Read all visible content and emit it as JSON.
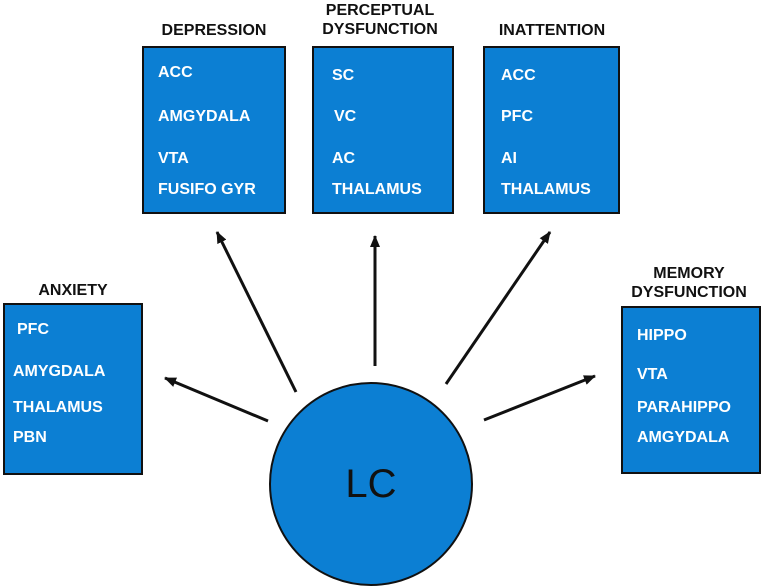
{
  "center": {
    "label": "LC"
  },
  "groups": {
    "depression": {
      "title": [
        "DEPRESSION"
      ],
      "regions": [
        "ACC",
        "AMGYDALA",
        "VTA",
        "FUSIFO GYR"
      ]
    },
    "perceptual": {
      "title": [
        "PERCEPTUAL",
        "DYSFUNCTION"
      ],
      "regions": [
        "SC",
        "VC",
        "AC",
        "THALAMUS"
      ]
    },
    "inattention": {
      "title": [
        "INATTENTION"
      ],
      "regions": [
        "ACC",
        "PFC",
        "AI",
        "THALAMUS"
      ]
    },
    "anxiety": {
      "title": [
        "ANXIETY"
      ],
      "regions": [
        "PFC",
        "AMYGDALA",
        "THALAMUS",
        "PBN"
      ]
    },
    "memory": {
      "title": [
        "MEMORY",
        "DYSFUNCTION"
      ],
      "regions": [
        "HIPPO",
        "VTA",
        "PARAHIPPO",
        "AMGYDALA"
      ]
    }
  },
  "colors": {
    "node_fill": "#0c7fd3",
    "outline": "#111111",
    "box_text": "#ffffff"
  }
}
